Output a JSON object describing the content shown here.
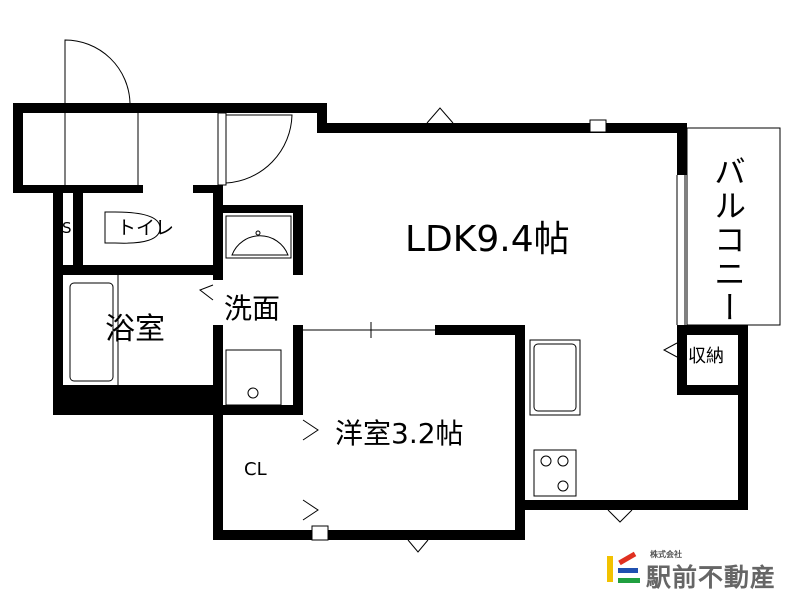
{
  "rooms": {
    "ldk": "LDK9.4帖",
    "western": "洋室3.2帖",
    "bath": "浴室",
    "washroom": "洗面",
    "toilet": "トイレ",
    "ps": "PS",
    "closet": "CL",
    "storage": "収納",
    "balcony": "バルコニー"
  },
  "logo": {
    "company_prefix": "株式会社",
    "company_name": "駅前不動産",
    "colors": [
      "#f2c200",
      "#e03020",
      "#2050b0",
      "#20a040"
    ]
  }
}
